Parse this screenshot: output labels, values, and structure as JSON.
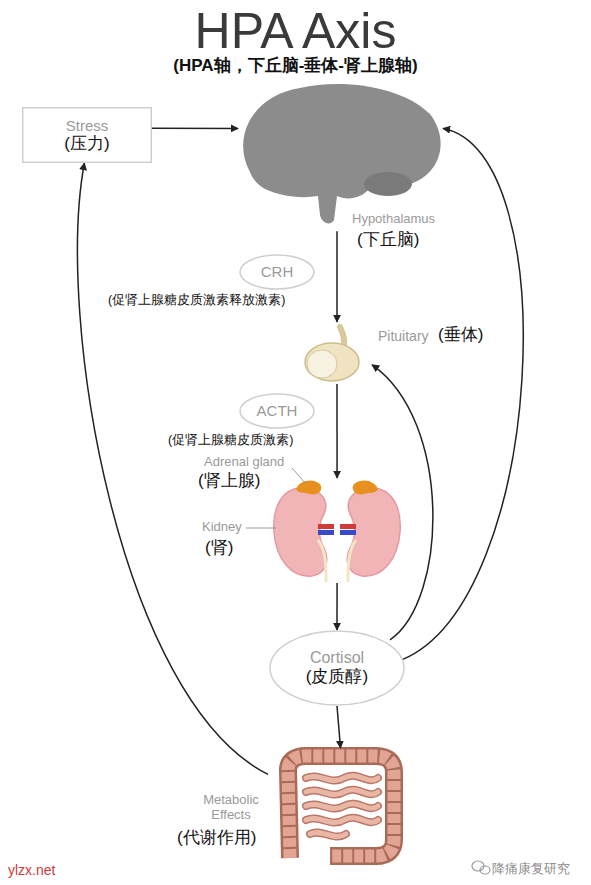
{
  "diagram": {
    "title": "HPA Axis",
    "nodes": [
      {
        "text": [
          "Stress",
          "(压力)"
        ]
      },
      {
        "text": [
          "Hypothalamus",
          "(下丘脑)"
        ]
      },
      {
        "text": [
          "CRH",
          "(促肾上腺糖皮质激素释放激素)"
        ]
      },
      {
        "text": [
          "Pituitary",
          "(垂体)"
        ]
      },
      {
        "text": [
          "ACTH",
          "(促肾上腺糖皮质激素)"
        ]
      },
      {
        "text": [
          "Adrenal gland",
          "(肾上腺)",
          "Kidney",
          "(肾)"
        ]
      },
      {
        "text": [
          "Cortisol",
          "(皮质醇)"
        ]
      },
      {
        "text": [
          "Metabolic Effects",
          "(代谢作用)"
        ]
      }
    ],
    "edges": [
      {
        "from": 0,
        "to": 1,
        "arrow": "to"
      },
      {
        "from": 1,
        "to": 3,
        "arrow": "to"
      },
      {
        "from": 3,
        "to": 5,
        "arrow": "to"
      },
      {
        "from": 5,
        "to": 6,
        "arrow": "to"
      },
      {
        "from": 6,
        "to": 7,
        "arrow": "to"
      },
      {
        "from": 6,
        "to": 3,
        "arrow": "to"
      },
      {
        "from": 6,
        "to": 1,
        "arrow": "to"
      },
      {
        "from": 7,
        "to": 0,
        "arrow": "to"
      }
    ],
    "labels": [
      "(HPA轴，下丘脑-垂体-肾上腺轴)",
      "ylzx.net",
      "降痛康复研究"
    ]
  }
}
